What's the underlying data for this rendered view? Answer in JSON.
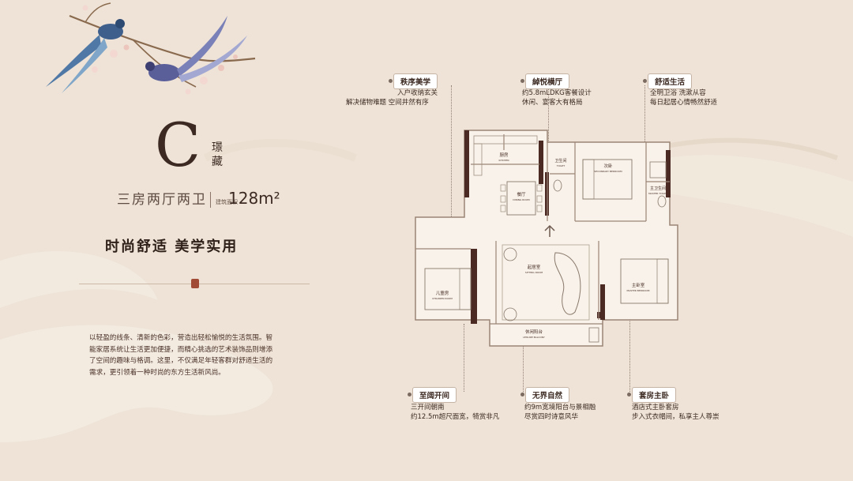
{
  "unit": {
    "letter": "C",
    "name": "璟藏",
    "layout": "三房两厅两卫",
    "area_label": "建筑面积",
    "area": "128m²",
    "slogan": "时尚舒适  美学实用"
  },
  "description": [
    "以轻盈的线条、清新的色彩，营造出轻松愉悦的生活氛围。智",
    "能家居系统让生活更加便捷，而精心挑选的艺术装饰品则增添",
    "了空间的趣味与格调。这里，不仅满足年轻客群对舒适生活的",
    "需求，更引领着一种时尚的东方生活新风尚。"
  ],
  "features": [
    {
      "title": "秩序美学",
      "lines": [
        "入户收纳玄关",
        "解决储物难题  空间井然有序"
      ]
    },
    {
      "title": "綽悦横厅",
      "lines": [
        "约5.8mLDKG客餐设计",
        "休闲、宴客大有格局"
      ]
    },
    {
      "title": "舒适生活",
      "lines": [
        "全明卫浴 洗漱从容",
        "每日起居心情畅然舒适"
      ]
    },
    {
      "title": "至阔开间",
      "lines": [
        "三开间朝南",
        "约12.5m超尺面宽，犄赏非凡"
      ]
    },
    {
      "title": "无界自然",
      "lines": [
        "约9m宽境阳台与景相融",
        "尽赏四时诗意风华"
      ]
    },
    {
      "title": "套房主卧",
      "lines": [
        "酒店式主卧套房",
        "步入式衣帽间，私享主人尊崇"
      ]
    }
  ],
  "rooms": {
    "kitchen": "厨房",
    "kitchen_en": "KITCHEN",
    "dining": "餐厅",
    "dining_en": "DINING ROOM",
    "guest_bath": "卫生间",
    "guest_bath_en": "TOILET",
    "second_bedroom": "次卧",
    "second_bedroom_en": "SECONDARY BEDROOM",
    "master_bath": "主卫生间",
    "master_bath_en": "MASTER TOILET",
    "living": "起居室",
    "living_en": "SITTING ROOM",
    "child_room": "儿童房",
    "child_room_en": "CHILDREN ROOM",
    "master_bedroom": "主卧室",
    "master_bedroom_en": "MASTER BEDROOM",
    "balcony": "休闲阳台",
    "balcony_en": "LEISURE BALCONY"
  },
  "colors": {
    "background": "#eee3d6",
    "wall": "#4a2a22",
    "accent": "#a14a35",
    "text": "#3c2a22"
  },
  "icons": [
    "bird-branch-illustration",
    "seal-icon",
    "north-arrow-icon"
  ]
}
